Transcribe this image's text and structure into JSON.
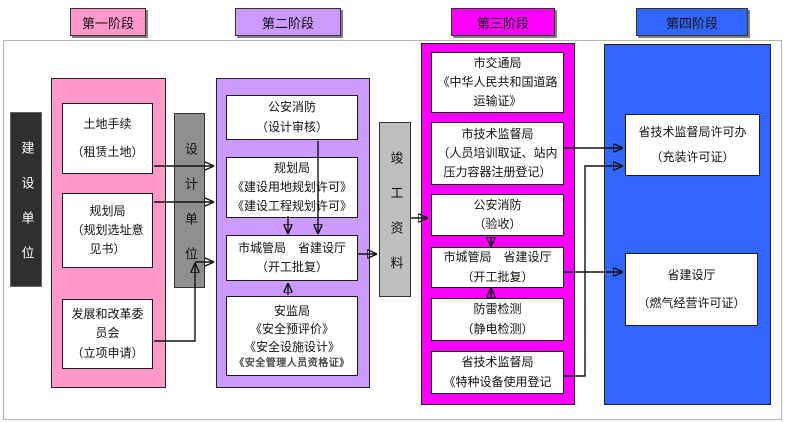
{
  "colors": {
    "stage1": "#FF99CC",
    "stage2": "#CC99FF",
    "stage3": "#FF00FF",
    "stage4": "#3366FF",
    "builder_bar": "#2F2F2F",
    "design_bar": "#8F8F8F",
    "completion_bar": "#BFBFBF"
  },
  "headers": [
    {
      "label": "第一阶段"
    },
    {
      "label": "第二阶段"
    },
    {
      "label": "第三阶段"
    },
    {
      "label": "第四阶段"
    }
  ],
  "left_bar": {
    "label": "建设单位"
  },
  "connectors": [
    {
      "label": "设计单位"
    },
    {
      "label": "竣工资料"
    }
  ],
  "stage1": {
    "boxes": [
      {
        "lines": [
          "土地手续",
          "（租赁土地）"
        ]
      },
      {
        "lines": [
          "规划局",
          "（规划选址意见书）"
        ]
      },
      {
        "lines": [
          "发展和改革委员会",
          "（立项申请）"
        ]
      }
    ]
  },
  "stage2": {
    "boxes": [
      {
        "lines": [
          "公安消防",
          "（设计审核）"
        ]
      },
      {
        "lines": [
          "规划局",
          "《建设用地规划许可》",
          "《建设工程规划许可》"
        ]
      },
      {
        "lines": [
          "市城管局　省建设厅",
          "（开工批复）"
        ]
      },
      {
        "lines": [
          "安监局",
          "《安全预评价》",
          "《安全设施设计》",
          "《安全管理人员资格证》"
        ]
      }
    ]
  },
  "stage3": {
    "boxes": [
      {
        "lines": [
          "市交通局",
          "《中华人民共和国道路运输证》"
        ]
      },
      {
        "lines": [
          "市技术监督局",
          "（人员培训取证、站内压力容器注册登记）"
        ]
      },
      {
        "lines": [
          "公安消防",
          "（验收）"
        ]
      },
      {
        "lines": [
          "市城管局　省建设厅",
          "（开工批复）"
        ]
      },
      {
        "lines": [
          "防雷检测",
          "（静电检测）"
        ]
      },
      {
        "lines": [
          "省技术监督局",
          "《特种设备使用登记"
        ]
      }
    ]
  },
  "stage4": {
    "boxes": [
      {
        "lines": [
          "省技术监督局许可办",
          "（充装许可证）"
        ]
      },
      {
        "lines": [
          "省建设厅",
          "（燃气经营许可证）"
        ]
      }
    ]
  }
}
